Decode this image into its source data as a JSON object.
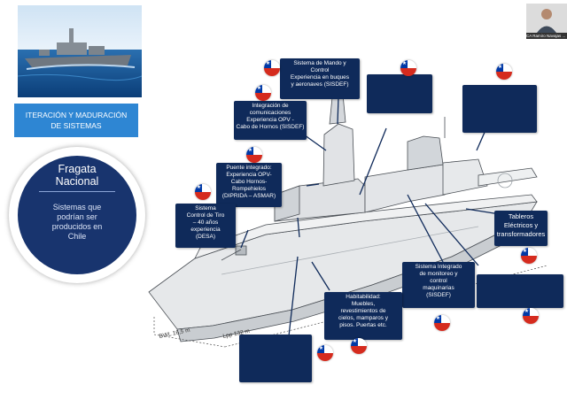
{
  "banner": {
    "line1": "ITERACIÓN Y MADURACIÓN",
    "line2": "DE SISTEMAS"
  },
  "circle": {
    "title_line1": "Fragata",
    "title_line2": "Nacional",
    "body_lines": [
      "Sistemas que",
      "podrían ser",
      "producidos en",
      "Chile"
    ]
  },
  "labels": {
    "mando": [
      "Sistema de Mando y",
      "Control",
      "Experiencia en buques",
      "y aeronaves (SISDEF)"
    ],
    "comunicaciones": [
      "Integración de",
      "comunicaciones",
      "Experiencia OPV -",
      "Cabo de Hornos (SISDEF)"
    ],
    "puente": [
      "Puente integrado:",
      "Experiencia OPV-",
      "Cabo Hornos-",
      "Rompehielos",
      "(DIPRIDA – ASMAR)"
    ],
    "tiro": [
      "Sistema",
      "Control de Tiro",
      "– 40 años",
      "experiencia",
      "(DESA)"
    ],
    "tableros": [
      "Tableros",
      "Eléctricos y",
      "transformadores"
    ],
    "monitoreo": [
      "Sistema Integrado",
      "de monitoreo y",
      "control",
      "maquinarias",
      "(SISDEF)"
    ],
    "habitabilidad": [
      "Habitabilidad:",
      "Muebles,",
      "revestimientos de",
      "cielos, mamparos y",
      "pisos. Puertas etc."
    ]
  },
  "dims": {
    "bwl": "BWL 16,5 m",
    "lpp": "Lpp 132 m"
  },
  "webcam": {
    "name": "CA Ramiro Navajas ..."
  },
  "colors": {
    "box": "#0f2a5a",
    "banner": "#2e86d3",
    "circle": "#18346e"
  }
}
